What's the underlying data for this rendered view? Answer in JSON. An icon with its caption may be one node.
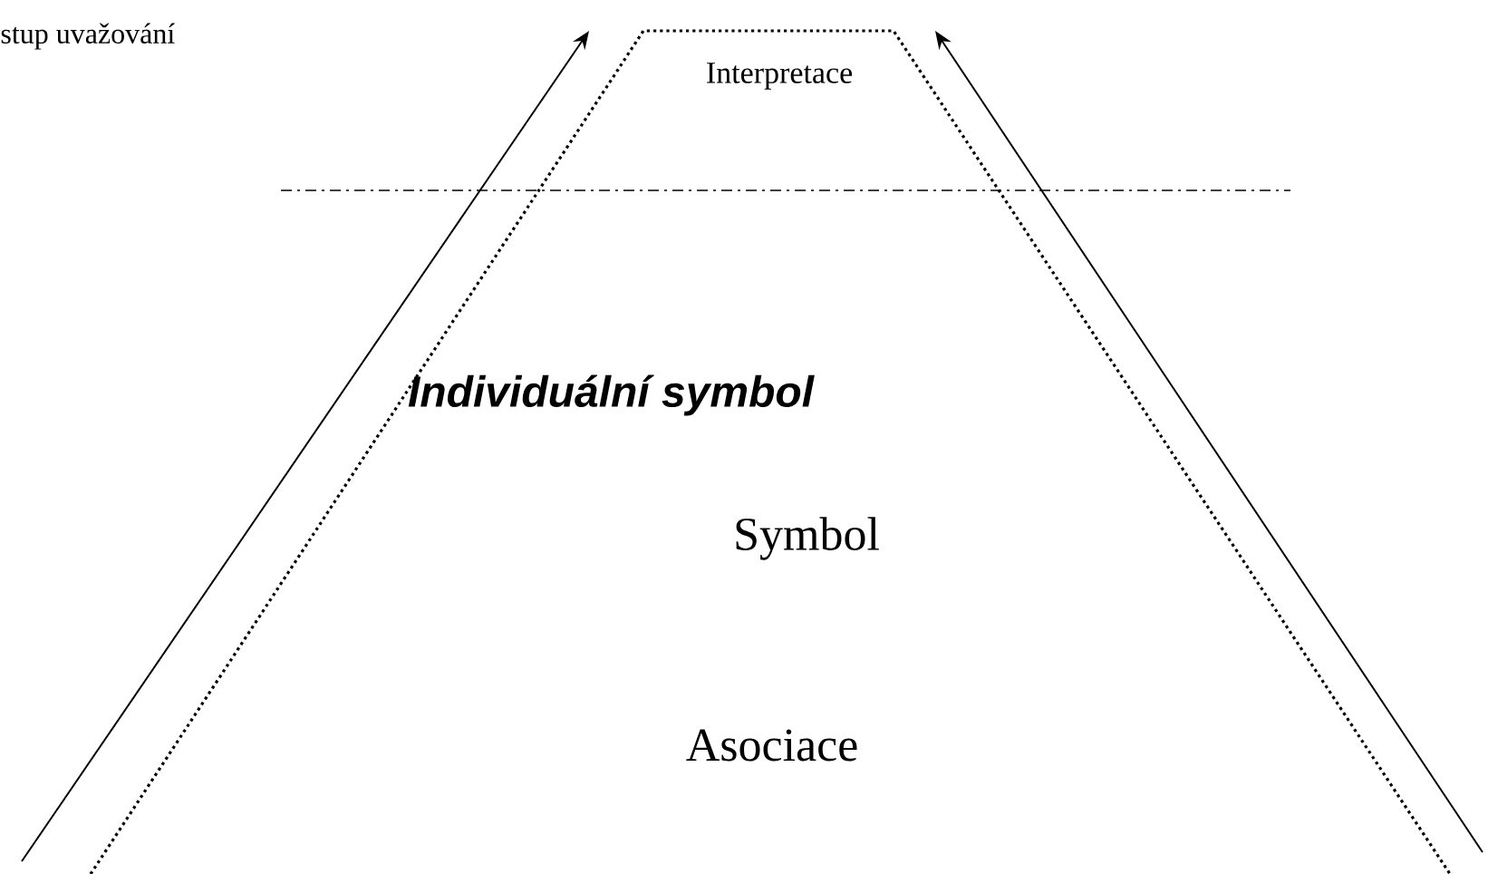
{
  "diagram": {
    "nodes": [
      {
        "text": [
          "Interpretace",
          "Individuální symbol",
          "Symbol",
          "Asociace"
        ]
      }
    ],
    "labels": [
      "stup uvažování"
    ]
  }
}
